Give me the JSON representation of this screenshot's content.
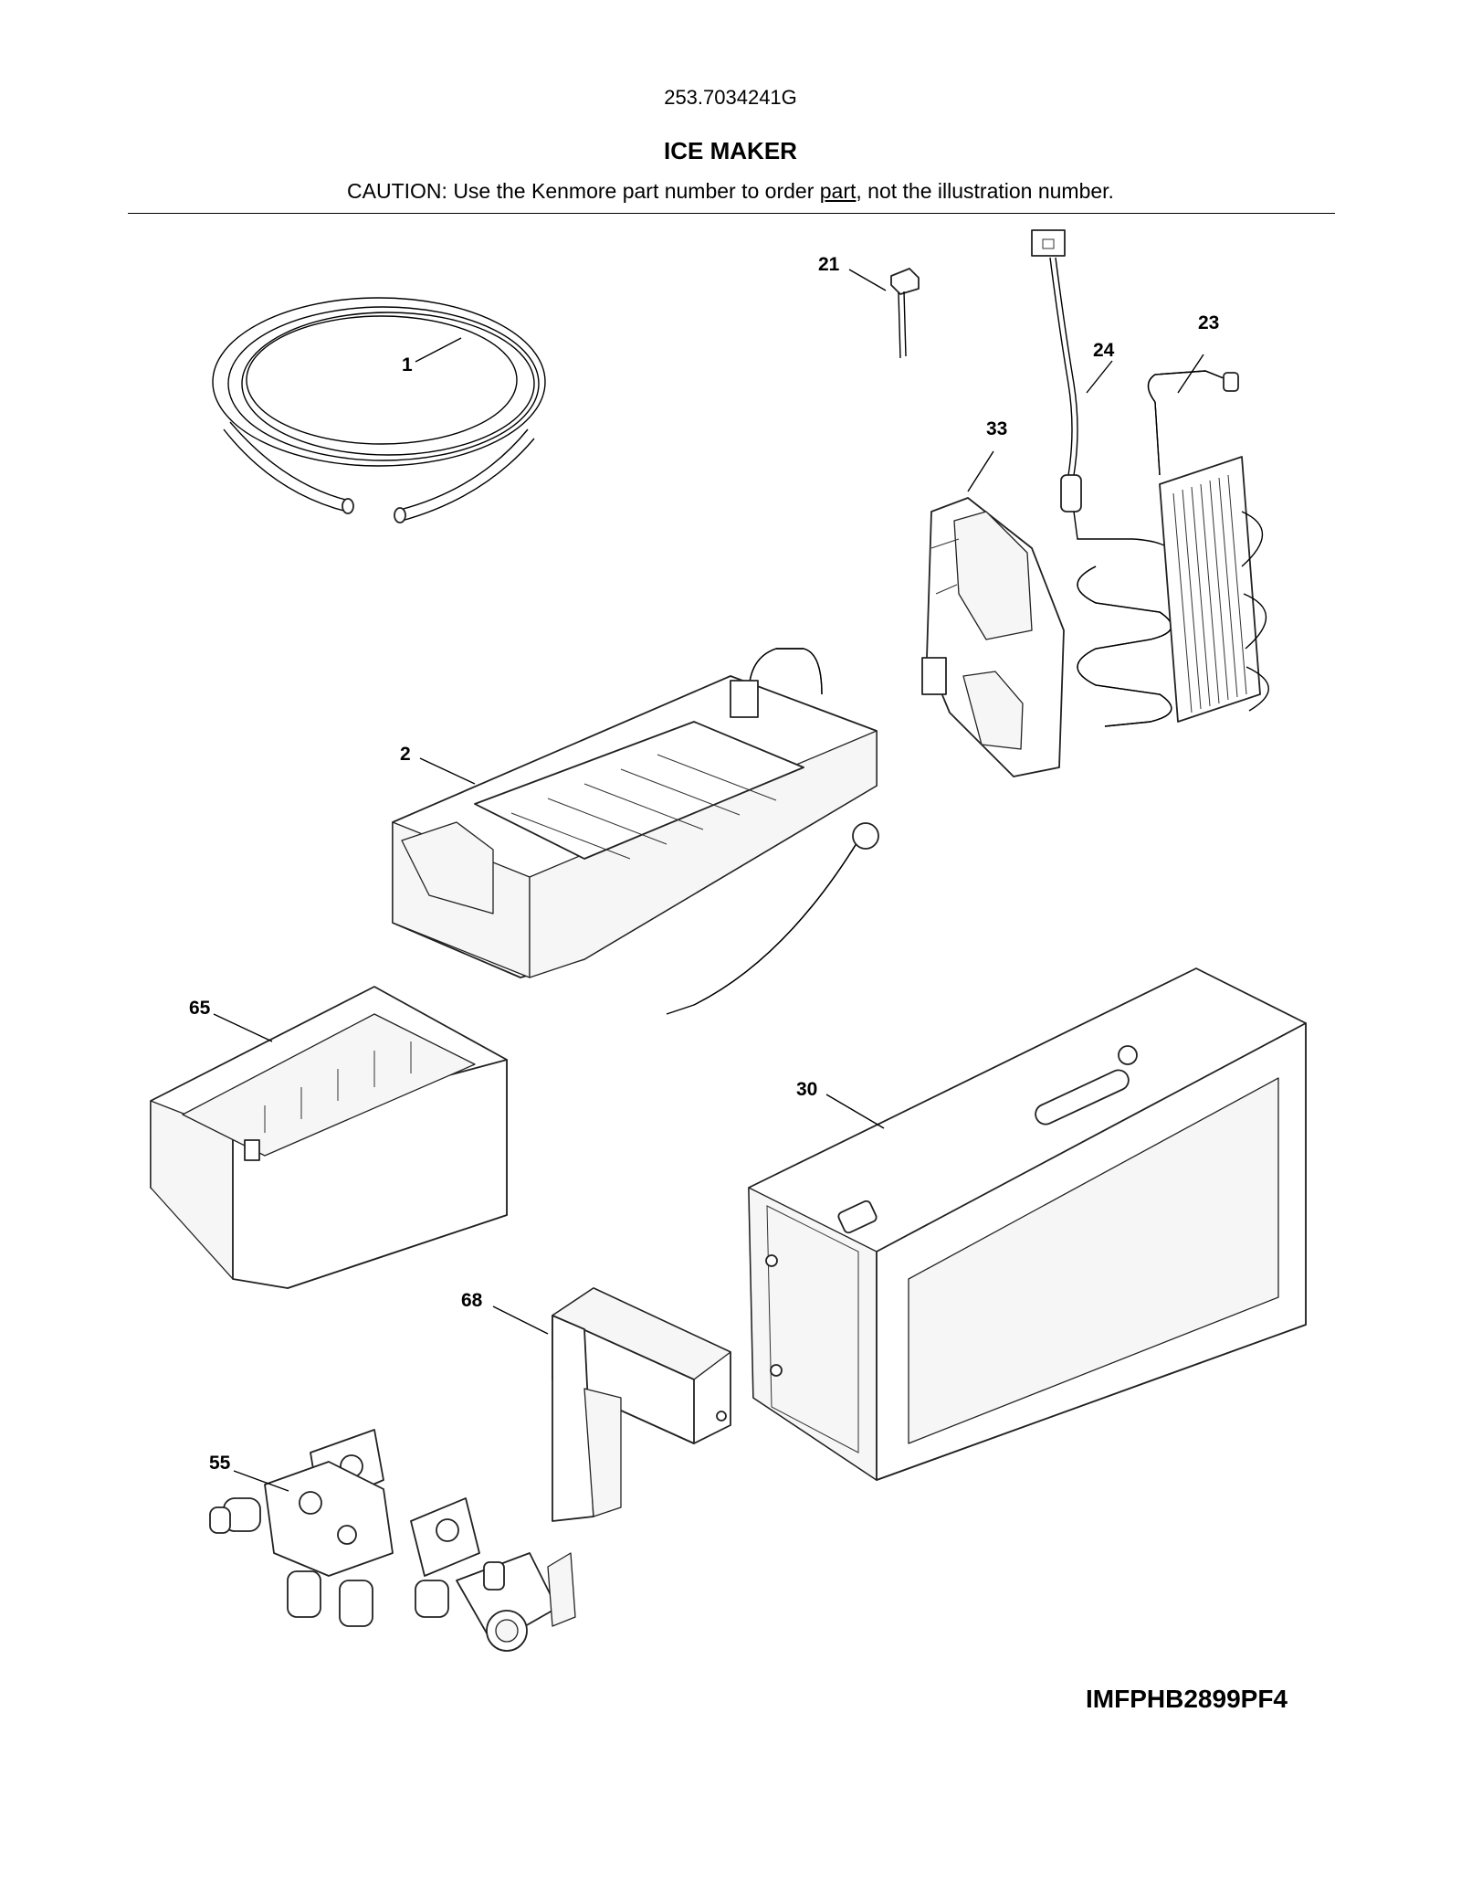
{
  "header": {
    "model_number": "253.7034241G",
    "section_title": "ICE MAKER",
    "caution_prefix": "CAUTION: Use the Kenmore part number to order ",
    "caution_underlined": "part",
    "caution_suffix": ", not the illustration number."
  },
  "callouts": {
    "c1": "1",
    "c2": "2",
    "c21": "21",
    "c23": "23",
    "c24": "24",
    "c30": "30",
    "c33": "33",
    "c55": "55",
    "c65": "65",
    "c68": "68"
  },
  "footer": {
    "diagram_id": "IMFPHB2899PF4"
  }
}
